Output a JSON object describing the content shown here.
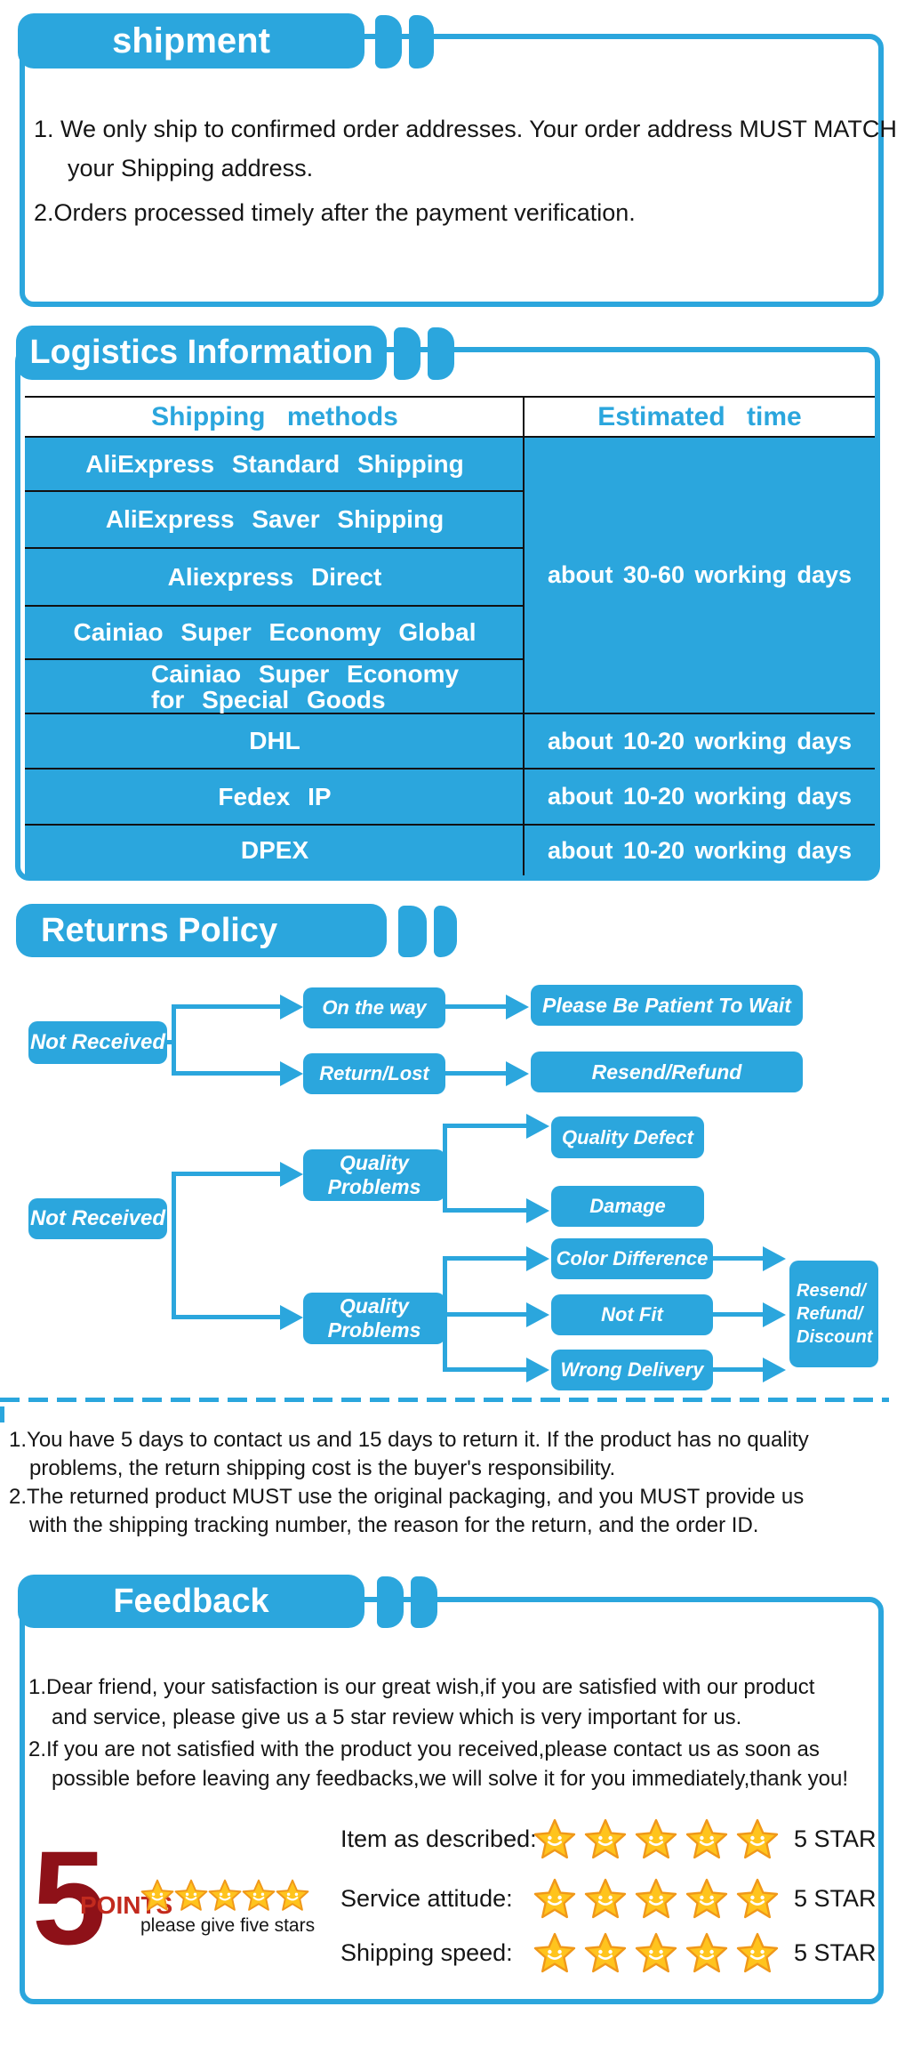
{
  "colors": {
    "blue": "#2ba6dd",
    "dark_red": "#8e1118",
    "red": "#c22a1e",
    "star_gold": "#ffc41d",
    "star_outline": "#f09819",
    "border_black": "#111111"
  },
  "sections": {
    "shipment": {
      "title": "shipment",
      "lines": [
        "1. We only ship to confirmed order addresses. Your order address MUST MATCH",
        "your Shipping address.",
        "2.Orders processed timely after the payment verification."
      ]
    },
    "logistics": {
      "title": "Logistics Information",
      "table": {
        "header_methods": "Shipping methods",
        "header_time": "Estimated time",
        "methods": [
          "AliExpress Standard Shipping",
          "AliExpress Saver Shipping",
          "Aliexpress Direct",
          "Cainiao Super Economy Global",
          "Cainiao Super Economy for Special Goods",
          "DHL",
          "Fedex IP",
          "DPEX"
        ],
        "time_merged": "about 30-60 working days",
        "time_dhl": "about 10-20 working days",
        "time_fedex": "about 10-20 working days",
        "time_dpex": "about 10-20 working days"
      }
    },
    "returns": {
      "title": "Returns Policy",
      "chart1": {
        "root": "Not Received",
        "branch1": "On the way",
        "branch2": "Return/Lost",
        "result1": "Please Be Patient To Wait",
        "result2": "Resend/Refund"
      },
      "chart2": {
        "root": "Not Received",
        "group1": "Quality Problems",
        "group2": "Quality Problems",
        "g1_item1": "Quality Defect",
        "g1_item2": "Damage",
        "g2_item1": "Color Difference",
        "g2_item2": "Not Fit",
        "g2_item3": "Wrong Delivery",
        "result_line1": "Resend/",
        "result_line2": "Refund/",
        "result_line3": "Discount"
      },
      "notes": [
        "1.You have 5 days to contact us and 15 days to return it. If the product has no quality",
        "problems, the return shipping cost is the buyer's responsibility.",
        "2.The returned product MUST use the original packaging, and you MUST provide us",
        "with the shipping tracking number, the reason for the return, and the order ID."
      ]
    },
    "feedback": {
      "title": "Feedback",
      "lines": [
        "1.Dear friend, your satisfaction is our great wish,if you are satisfied with our product",
        "and service, please give us a 5 star review which is very important for us.",
        "2.If you are not satisfied with the product you received,please contact us as soon as",
        "possible before leaving any feedbacks,we will solve it for you immediately,thank you!"
      ],
      "points": {
        "number": "5",
        "label": "POINTS",
        "caption": "please give five stars"
      },
      "ratings": [
        {
          "label": "Item as described:",
          "stars": 5,
          "value": "5 STAR"
        },
        {
          "label": "Service attitude:",
          "stars": 5,
          "value": "5 STAR"
        },
        {
          "label": "Shipping speed:",
          "stars": 5,
          "value": "5 STAR"
        }
      ]
    }
  }
}
